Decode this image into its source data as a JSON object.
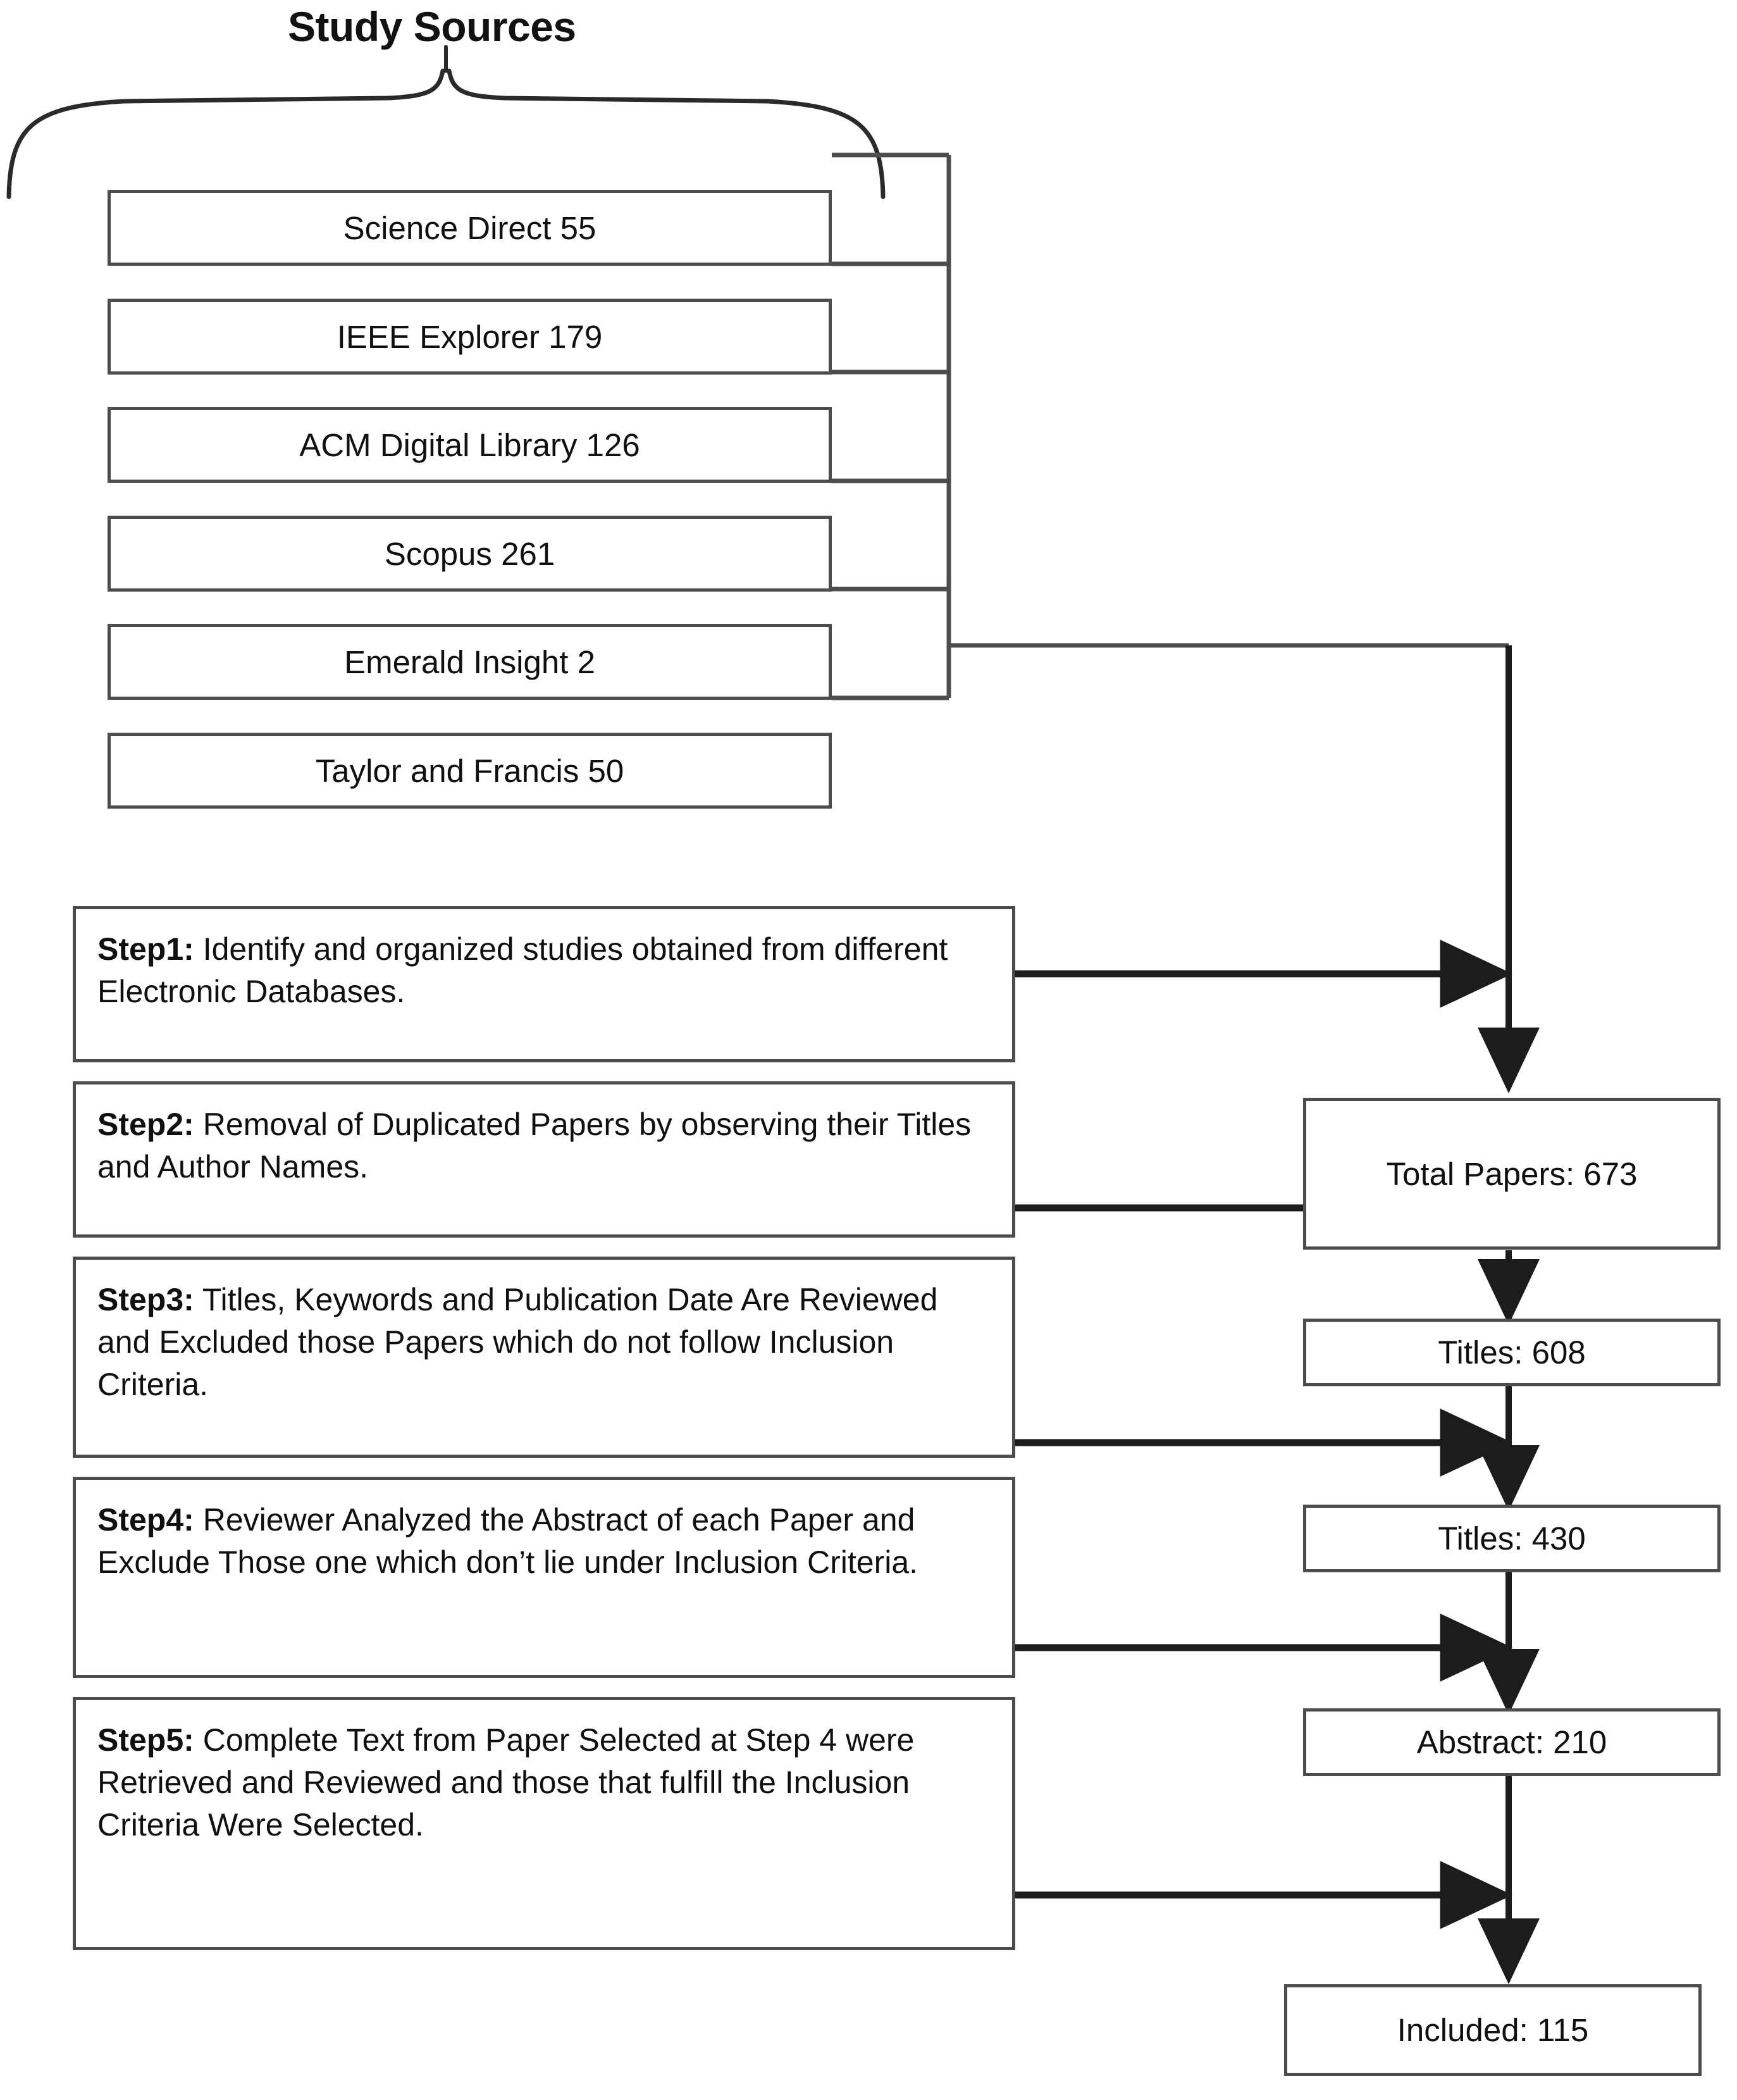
{
  "title": "Study Sources",
  "sources": [
    {
      "label": "Science Direct   55"
    },
    {
      "label": "IEEE Explorer 179"
    },
    {
      "label": "ACM Digital Library 126"
    },
    {
      "label": "Scopus   261"
    },
    {
      "label": "Emerald Insight   2"
    },
    {
      "label": "Taylor and Francis   50"
    }
  ],
  "steps": [
    {
      "prefix": "Step1:",
      "text": " Identify and organized studies obtained from different Electronic Databases."
    },
    {
      "prefix": "Step2:",
      "text": " Removal of Duplicated Papers by observing their Titles and Author Names."
    },
    {
      "prefix": "Step3:",
      "text": " Titles, Keywords and Publication Date Are Reviewed and Excluded those Papers which do not follow Inclusion Criteria."
    },
    {
      "prefix": "Step4:",
      "text": " Reviewer Analyzed the Abstract of each Paper and Exclude Those one which don’t lie under Inclusion Criteria."
    },
    {
      "prefix": "Step5:",
      "text": " Complete Text from Paper Selected at Step 4 were Retrieved and Reviewed and those that fulfill the Inclusion Criteria Were Selected."
    }
  ],
  "results": [
    {
      "label": "Total Papers: 673"
    },
    {
      "label": "Titles: 608"
    },
    {
      "label": "Titles: 430"
    },
    {
      "label": "Abstract: 210"
    },
    {
      "label": "Included: 115"
    }
  ],
  "colors": {
    "border": "#4d4d4d",
    "text": "#101010",
    "wire": "#2a2a2a",
    "brace": "#2a2a2a"
  },
  "chart_data": {
    "type": "table",
    "title": "Study Sources",
    "categories": [
      "Science Direct",
      "IEEE Explorer",
      "ACM Digital Library",
      "Scopus",
      "Emerald Insight",
      "Taylor and Francis"
    ],
    "values": [
      55,
      179,
      126,
      261,
      2,
      50
    ],
    "stages": [
      "Total Papers",
      "Titles",
      "Titles",
      "Abstract",
      "Included"
    ],
    "stage_values": [
      673,
      608,
      430,
      210,
      115
    ]
  }
}
